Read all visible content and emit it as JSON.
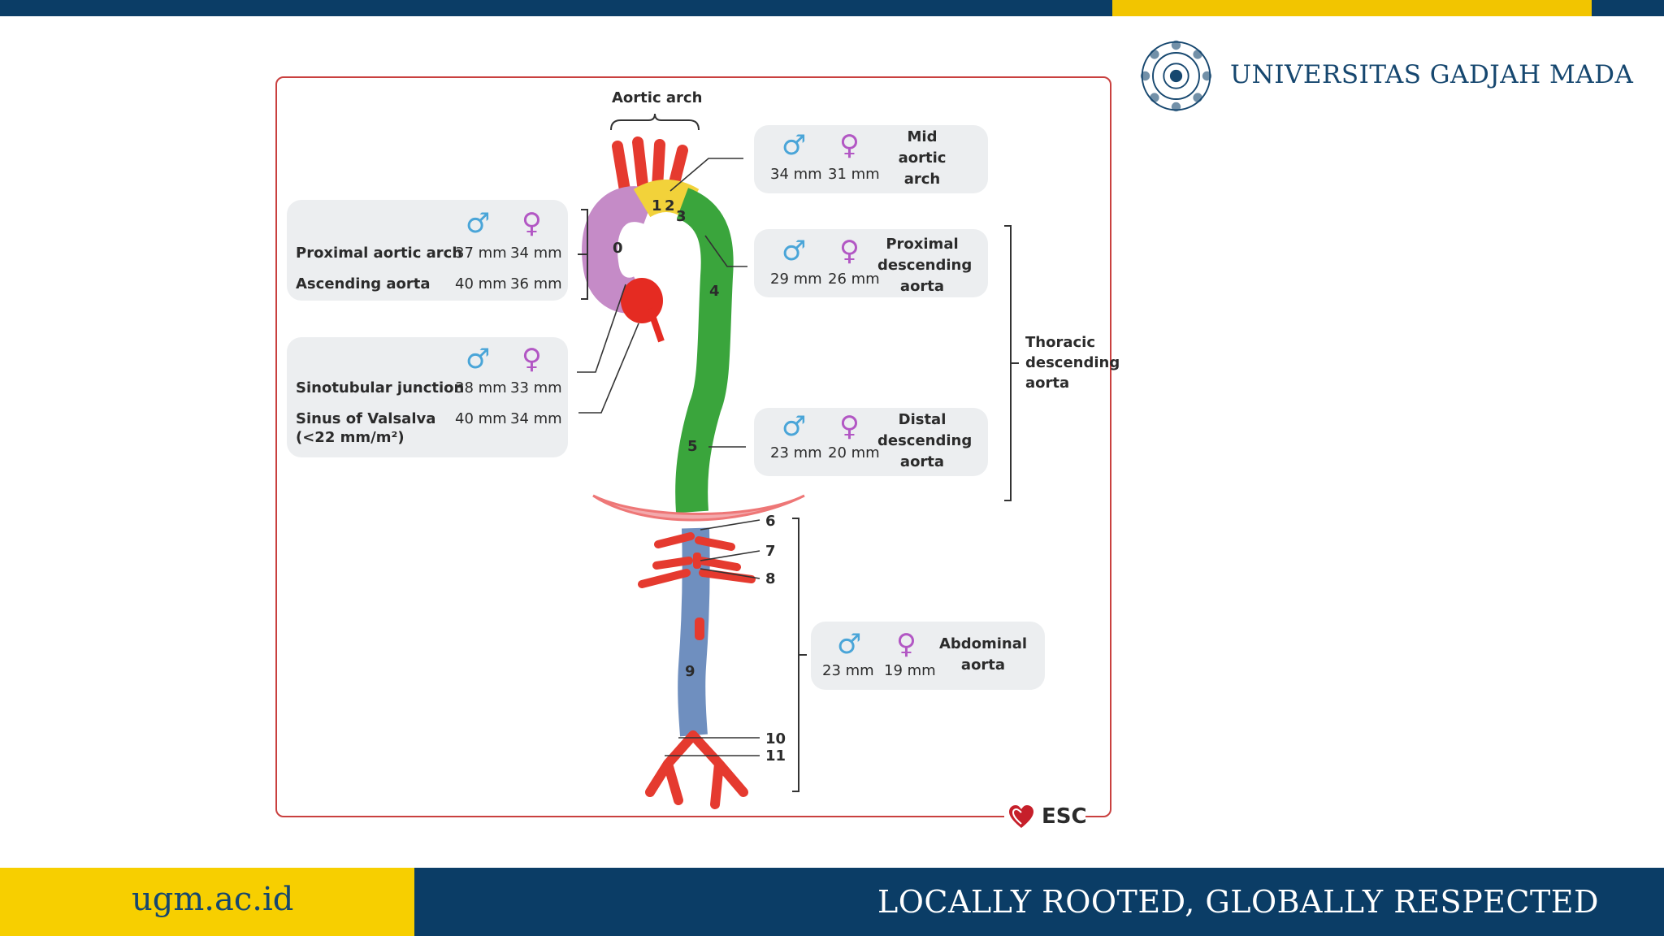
{
  "header": {
    "university_name": "UNIVERSITAS GADJAH MADA",
    "colors": {
      "navy": "#0b3d66",
      "gold": "#f2c500"
    }
  },
  "diagram": {
    "aortic_arch_label": "Aortic arch",
    "thoracic_label": [
      "Thoracic",
      "descending",
      "aorta"
    ],
    "segment_numbers": [
      "0",
      "1",
      "2",
      "3",
      "4",
      "5",
      "6",
      "7",
      "8",
      "9",
      "10",
      "11"
    ],
    "symbols": {
      "male": "♂",
      "female": "♀"
    },
    "left_boxes": [
      {
        "rows": [
          {
            "label": "Proximal aortic arch",
            "male": "37 mm",
            "female": "34 mm"
          },
          {
            "label": "Ascending aorta",
            "male": "40 mm",
            "female": "36 mm"
          }
        ]
      },
      {
        "rows": [
          {
            "label": "Sinotubular junction",
            "male": "38 mm",
            "female": "33 mm"
          },
          {
            "label": "Sinus of Valsalva",
            "label2": "(<22 mm/m²)",
            "male": "40 mm",
            "female": "34 mm"
          }
        ]
      }
    ],
    "right_boxes": [
      {
        "name": [
          "Mid",
          "aortic",
          "arch"
        ],
        "male": "34 mm",
        "female": "31 mm"
      },
      {
        "name": [
          "Proximal",
          "descending",
          "aorta"
        ],
        "male": "29 mm",
        "female": "26 mm"
      },
      {
        "name": [
          "Distal",
          "descending",
          "aorta"
        ],
        "male": "23 mm",
        "female": "20 mm"
      },
      {
        "name": [
          "Abdominal",
          "aorta"
        ],
        "male": "23 mm",
        "female": "19 mm"
      }
    ],
    "esc_label": "ESC"
  },
  "footer": {
    "site": "ugm.ac.id",
    "motto": "LOCALLY ROOTED, GLOBALLY RESPECTED"
  }
}
